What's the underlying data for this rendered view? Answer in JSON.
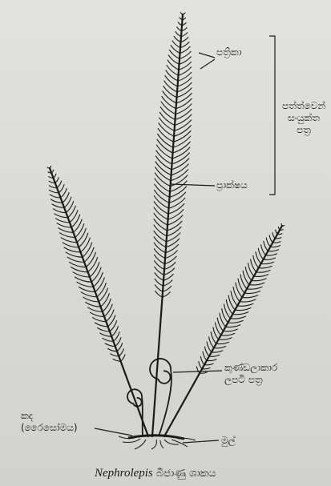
{
  "labels": {
    "pinnae": "පත්‍රිකා",
    "compound_leaf": [
      "පත්ත්වෙන්",
      "සංයුක්ත",
      "පත්‍ර"
    ],
    "rachis": "ප්‍රාක්ෂය",
    "circinate": [
      "කුණ්ඩලාකාර",
      "ලපටි පත්‍ර"
    ],
    "stem": [
      "කද",
      "(රෛසෝමය)"
    ],
    "root": "මුල්"
  },
  "caption": {
    "genus": "Nephrolepis",
    "rest": " බීජාණු ශාකය"
  },
  "colors": {
    "ink": "#1a1a1a",
    "background": "#dcdcda"
  }
}
